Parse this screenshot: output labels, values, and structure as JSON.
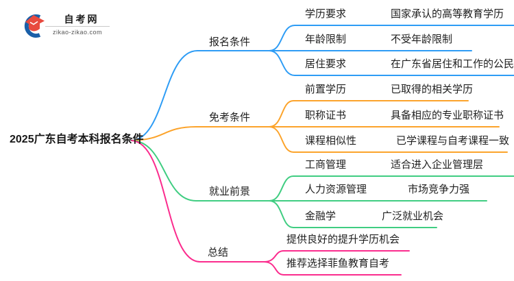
{
  "logo": {
    "title": "自考网",
    "domain": "zikao-zikao.com"
  },
  "colors": {
    "c-blue": "#2d9cf5",
    "c-orange": "#fca32a",
    "c-green": "#3fcd81",
    "c-pink": "#fb2b8d",
    "c-logo-red": "#e84a3f",
    "c-logo-blue": "#1a5fa8"
  },
  "map": {
    "root": "2025广东自考本科报名条件",
    "branches": [
      {
        "label": "报名条件",
        "color": "blue",
        "children": [
          {
            "key": "学历要求",
            "value": "国家承认的高等教育学历"
          },
          {
            "key": "年龄限制",
            "value": "不受年龄限制"
          },
          {
            "key": "居住要求",
            "value": "在广东省居住和工作的公民"
          }
        ]
      },
      {
        "label": "免考条件",
        "color": "orange",
        "children": [
          {
            "key": "前置学历",
            "value": "已取得的相关学历"
          },
          {
            "key": "职称证书",
            "value": "具备相应的专业职称证书"
          },
          {
            "key": "课程相似性",
            "value": "已学课程与自考课程一致"
          }
        ]
      },
      {
        "label": "就业前景",
        "color": "green",
        "children": [
          {
            "key": "工商管理",
            "value": "适合进入企业管理层"
          },
          {
            "key": "人力资源管理",
            "value": "市场竞争力强"
          },
          {
            "key": "金融学",
            "value": "广泛就业机会"
          }
        ]
      },
      {
        "label": "总结",
        "color": "pink",
        "children": [
          {
            "key": "提供良好的提升学历机会",
            "value": ""
          },
          {
            "key": "推荐选择菲鱼教育自考",
            "value": ""
          }
        ]
      }
    ]
  }
}
